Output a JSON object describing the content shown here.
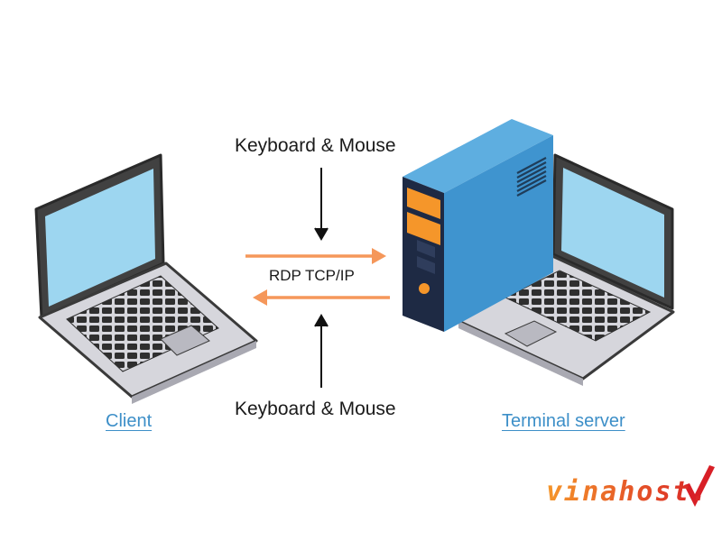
{
  "labels": {
    "input_top": "Keyboard & Mouse",
    "input_bottom": "Keyboard & Mouse",
    "protocol": "RDP TCP/IP",
    "client": "Client",
    "server": "Terminal server"
  },
  "logo": {
    "text": "vinahost."
  },
  "colors": {
    "arrow": "#f5975a",
    "link": "#3d8fc8",
    "screen": "#9dd6f0",
    "bezel": "#414141",
    "tower_front": "#1e2a44",
    "tower_side": "#3f94cf",
    "accent_orange": "#f5962a",
    "logo_check": "#d81f26"
  }
}
